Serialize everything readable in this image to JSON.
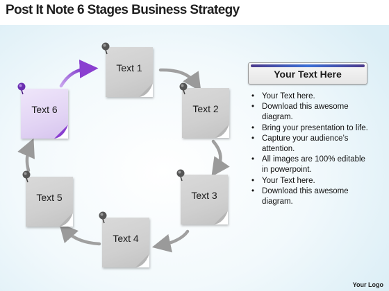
{
  "title": "Post It Note 6 Stages Business Strategy",
  "colors": {
    "arrow_gray": "#9a9a9a",
    "arrow_purple": "#8a3fd0",
    "note_gray": "#d3d3d3",
    "note_highlight": "#e2d4f4",
    "header_bar": "#3b5fc8",
    "pin_gray": "#555555",
    "pin_purple": "#6a2fb0"
  },
  "stages": [
    {
      "label": "Text 1"
    },
    {
      "label": "Text 2"
    },
    {
      "label": "Text 3"
    },
    {
      "label": "Text 4"
    },
    {
      "label": "Text 5"
    },
    {
      "label": "Text 6"
    }
  ],
  "panel": {
    "header": "Your Text Here",
    "bullets": [
      "Your Text here.",
      "Download this awesome diagram.",
      "Bring your presentation to life.",
      "Capture your audience’s attention.",
      "All images are 100% editable in powerpoint.",
      "Your Text here.",
      "Download this awesome diagram."
    ]
  },
  "logo": "Your Logo"
}
